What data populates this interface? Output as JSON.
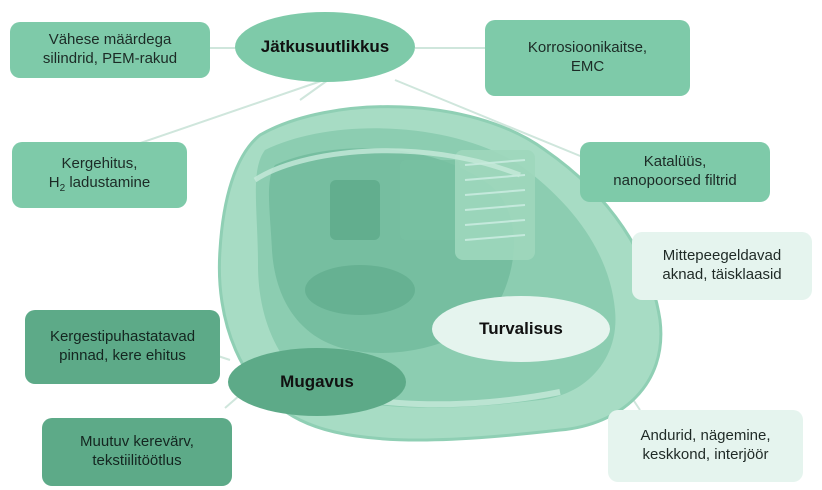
{
  "colors": {
    "mid_green": "#7ecaa9",
    "light_green": "#e5f4ee",
    "dark_green": "#5daa88",
    "car_body": "#a7dcc4",
    "connector": "#cfe6dc"
  },
  "illustration": {
    "icon": "car-cutaway-illustration"
  },
  "categories": {
    "durability": "Jätkusuutlikkus",
    "safety": "Turvalisus",
    "comfort": "Mugavus"
  },
  "boxes": {
    "low_lubricant": "Vähese määrdega\nsilindrid, PEM-rakud",
    "corrosion": "Korrosioonikaitse,\nEMC",
    "lightweight_line1": "Kergehitus,",
    "lightweight_h": "H",
    "lightweight_sub": "2",
    "lightweight_rest": " ladustamine",
    "catalysis": "Katalüüs,\nnanopoorsed filtrid",
    "antireflective": "Mittepeegeldavad\naknad, täisklaasid",
    "easy_clean": "Kergestipuhastatavad\npinnad, kere ehitus",
    "sensors": "Andurid, nägemine,\nkeskkond, interjöör",
    "color_change": "Muutuv kerevärv,\ntekstiilitöötlus"
  }
}
